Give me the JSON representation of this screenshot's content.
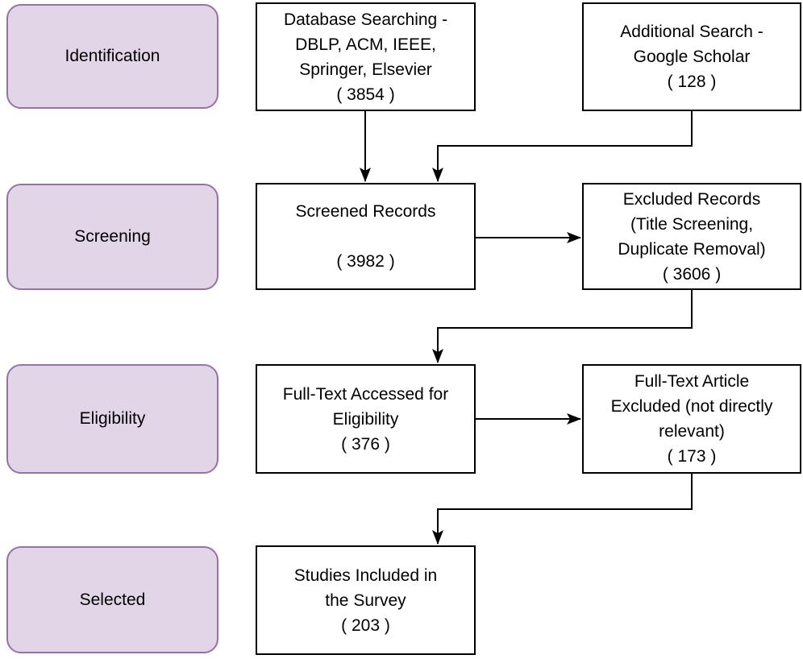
{
  "colors": {
    "stage_fill": "#e1d5e7",
    "stage_border": "#9673a6",
    "node_fill": "#ffffff",
    "node_border": "#000000",
    "connector": "#000000"
  },
  "stages": [
    {
      "label": "Identification"
    },
    {
      "label": "Screening"
    },
    {
      "label": "Eligibility"
    },
    {
      "label": "Selected"
    }
  ],
  "nodes": {
    "database_searching": {
      "lines": [
        "Database Searching -",
        "DBLP, ACM, IEEE,",
        "Springer, Elsevier",
        "( 3854 )"
      ],
      "count": 3854
    },
    "additional_search": {
      "lines": [
        "Additional Search -",
        "Google Scholar",
        "( 128 )"
      ],
      "count": 128
    },
    "screened_records": {
      "lines": [
        "Screened Records",
        "",
        "( 3982 )"
      ],
      "count": 3982
    },
    "excluded_records": {
      "lines": [
        "Excluded Records",
        "(Title Screening,",
        "Duplicate Removal)",
        "( 3606 )"
      ],
      "count": 3606
    },
    "fulltext_accessed": {
      "lines": [
        "Full-Text Accessed for",
        "Eligibility",
        "( 376 )"
      ],
      "count": 376
    },
    "fulltext_excluded": {
      "lines": [
        "Full-Text Article",
        "Excluded (not directly",
        "relevant)",
        "( 173 )"
      ],
      "count": 173
    },
    "studies_included": {
      "lines": [
        "Studies Included in",
        "the Survey",
        "( 203 )"
      ],
      "count": 203
    }
  }
}
